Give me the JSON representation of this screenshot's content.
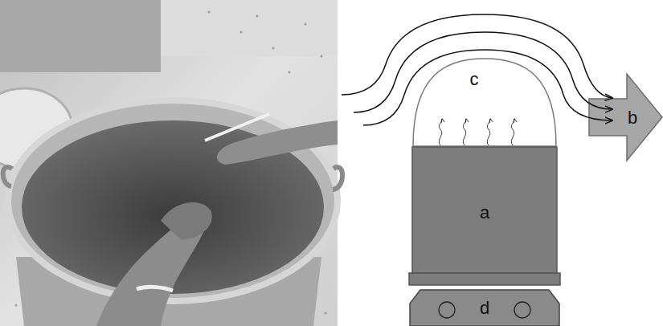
{
  "diagram": {
    "nodes": [
      {
        "text": [
          "c"
        ]
      },
      {
        "text": [
          "b"
        ]
      },
      {
        "text": [
          "a"
        ]
      },
      {
        "text": [
          "d"
        ]
      }
    ]
  }
}
